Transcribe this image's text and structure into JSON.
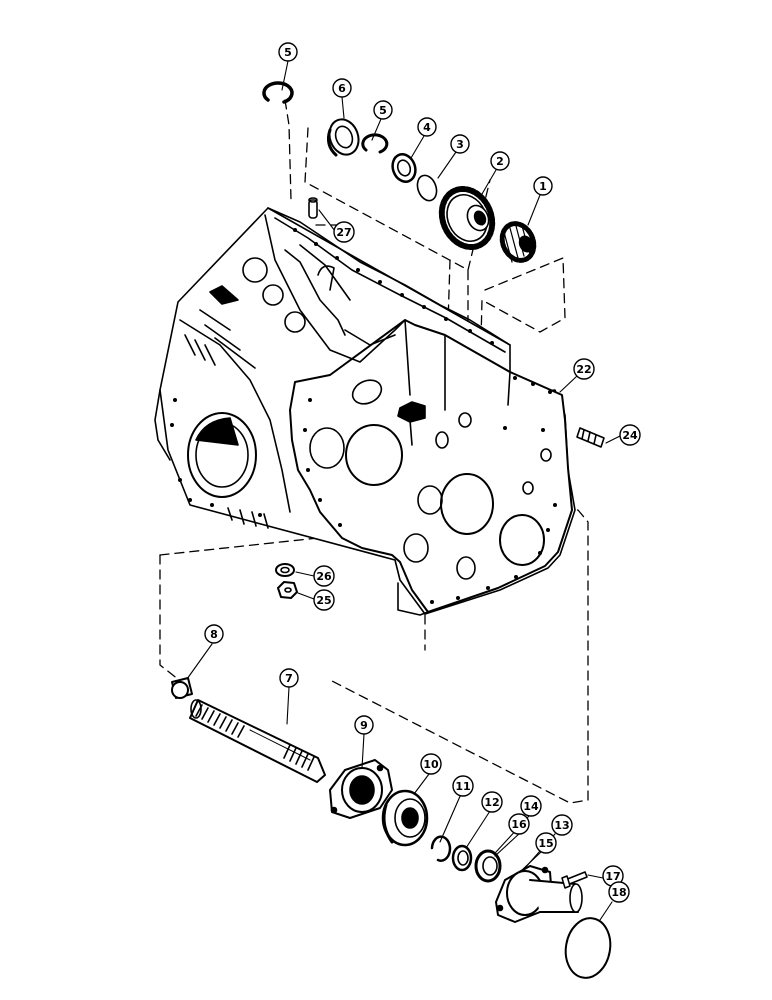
{
  "callouts": {
    "c1": "1",
    "c2": "2",
    "c3": "3",
    "c4": "4",
    "c5a": "5",
    "c5b": "5",
    "c6": "6",
    "c7": "7",
    "c8": "8",
    "c9": "9",
    "c10": "10",
    "c11": "11",
    "c12": "12",
    "c13": "13",
    "c14": "14",
    "c15": "15",
    "c16": "16",
    "c17": "17",
    "c18": "18",
    "c22": "22",
    "c24": "24",
    "c25": "25",
    "c26": "26",
    "c27": "27"
  }
}
